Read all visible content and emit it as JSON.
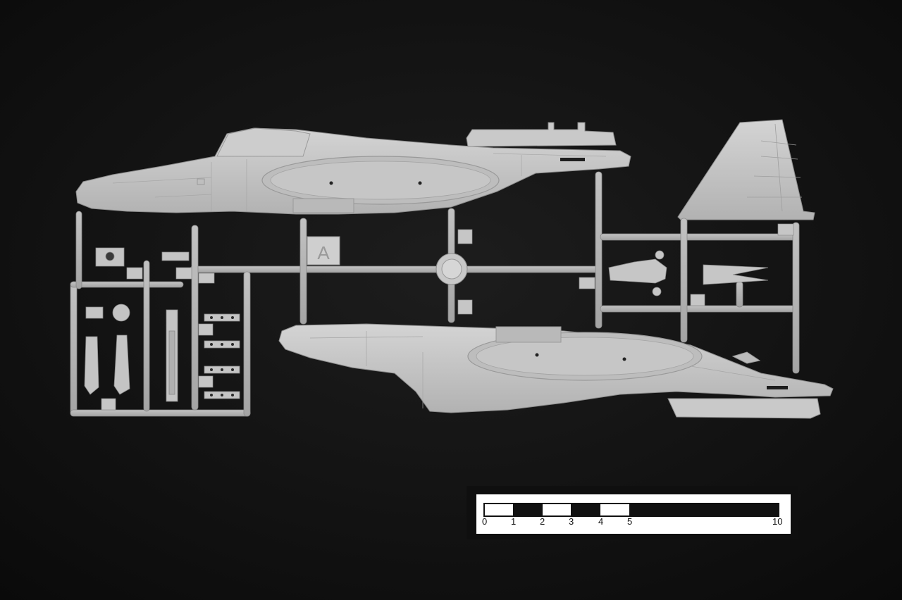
{
  "photo": {
    "background_color": "#121212",
    "plastic_color": "#c4c4c4",
    "sprue_letter": "A",
    "scale_bar": {
      "labels": [
        "0",
        "1",
        "2",
        "3",
        "4",
        "5",
        "10"
      ]
    }
  }
}
